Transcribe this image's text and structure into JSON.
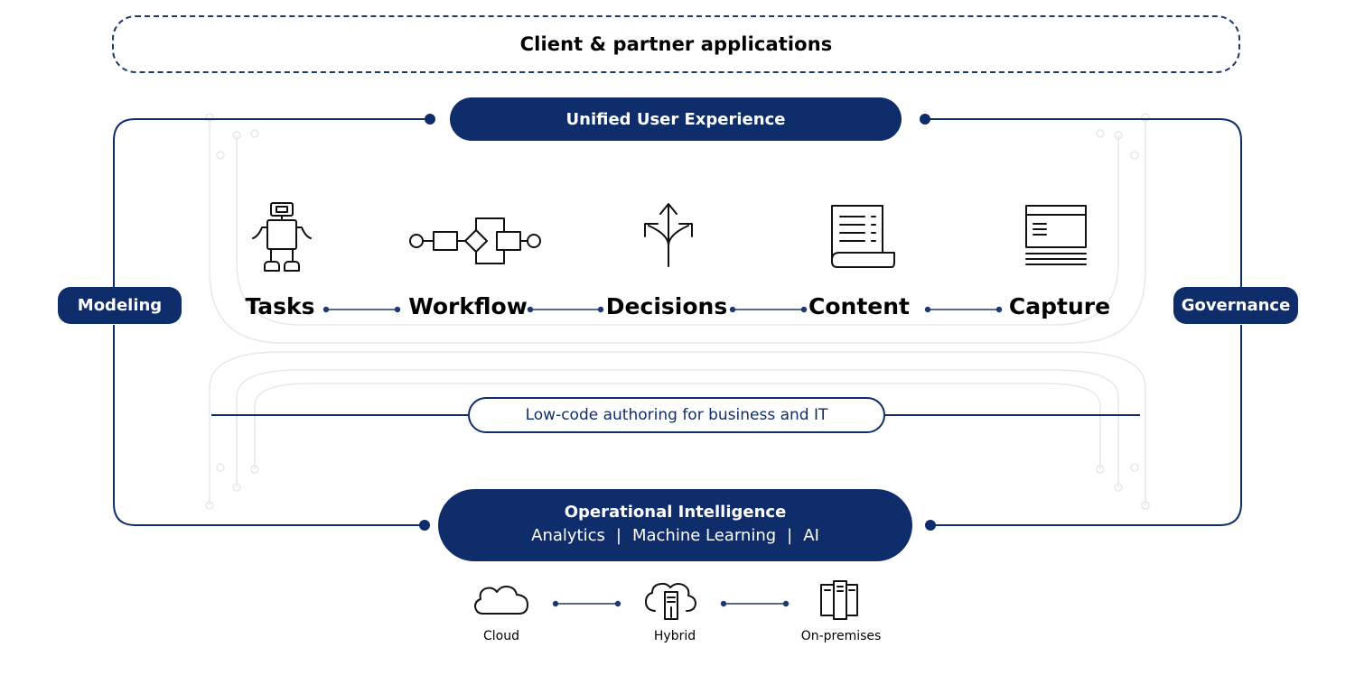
{
  "client_apps": {
    "title": "Client & partner applications"
  },
  "unified_ux": {
    "label": "Unified User Experience"
  },
  "modeling": {
    "label": "Modeling"
  },
  "governance": {
    "label": "Governance"
  },
  "stages": [
    {
      "label": "Tasks",
      "icon": "robot-icon"
    },
    {
      "label": "Workflow",
      "icon": "workflow-icon"
    },
    {
      "label": "Decisions",
      "icon": "decision-arrows-icon"
    },
    {
      "label": "Content",
      "icon": "document-icon"
    },
    {
      "label": "Capture",
      "icon": "browser-window-icon"
    }
  ],
  "low_code": {
    "label": "Low-code authoring for business and IT"
  },
  "operational_intelligence": {
    "title": "Operational Intelligence",
    "items": [
      "Analytics",
      "Machine Learning",
      "AI"
    ]
  },
  "deployment": [
    {
      "label": "Cloud",
      "icon": "cloud-icon"
    },
    {
      "label": "Hybrid",
      "icon": "hybrid-cloud-icon"
    },
    {
      "label": "On-premises",
      "icon": "servers-icon"
    }
  ],
  "colors": {
    "navy": "#0f2d6b",
    "dashed_border": "#1c3a6e",
    "faint_lines": "#e4e6ea"
  }
}
